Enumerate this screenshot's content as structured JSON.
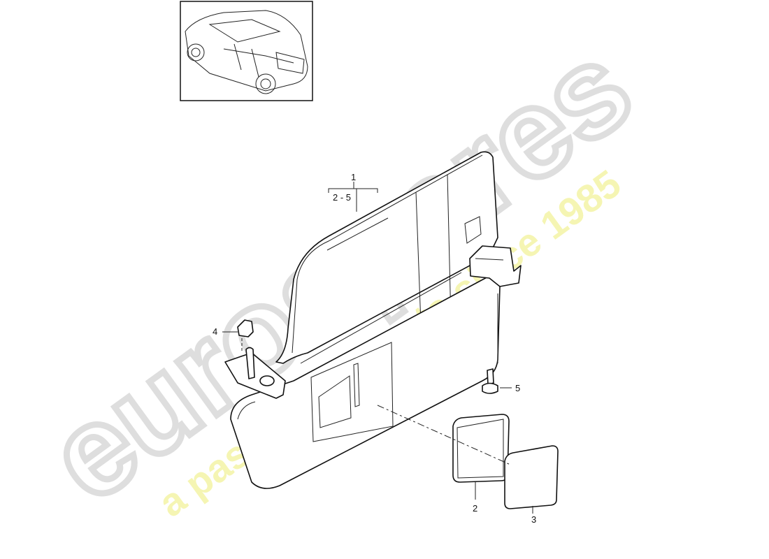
{
  "watermark": {
    "brand": "eurospares",
    "tagline": "a passion for parts since 1985",
    "brand_color": "#d9d9d9",
    "tagline_color": "#f3f3a0"
  },
  "thumbnail": {
    "icon": "car-overview-icon"
  },
  "callouts": [
    {
      "id": "1",
      "label": "1"
    },
    {
      "id": "2-5",
      "label": "2 - 5"
    },
    {
      "id": "4",
      "label": "4"
    },
    {
      "id": "5",
      "label": "5"
    },
    {
      "id": "2",
      "label": "2"
    },
    {
      "id": "3",
      "label": "3"
    }
  ]
}
